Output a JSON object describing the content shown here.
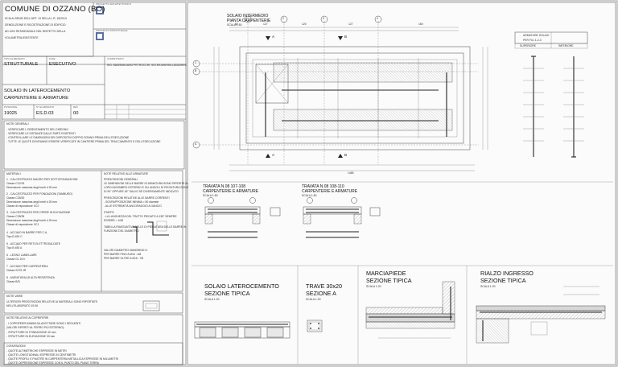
{
  "title_block": {
    "comune": "COMUNE DI OZZANO (BO)",
    "subject_lines": [
      "SCIA AI SENSI DELL'ART. 13 DELLA L.R. 15/2013",
      "DEMOLIZIONE E RICOSTRUZIONE DI EDIFICIO",
      "AD USO RESIDENZIALE NEL RISPETTO DELLA",
      "VOLUMETRIA ESISTENTE"
    ],
    "progetto_architettonico_label": "PROGETTO ARCHITETTONICO",
    "progetto_strutturale_label": "PROGETTO STRUTTURALE",
    "tipo_elaborato_label": "TIPO ELABORATO",
    "tipo_elaborato": "STRUTTURALE",
    "fase_label": "FASE",
    "fase": "ESECUTIVO",
    "committenti_label": "COMMITTENTI",
    "committenti": "SIG. MASSIMILIANO PETROCCHI, SIG.RA MARISA LANZARINI",
    "descrizione_lines": [
      "SOLAIO IN LATEROCEMENTO",
      "CARPENTERIE E ARMATURE"
    ],
    "pos_label": "POSIZIONE",
    "pos": "19025",
    "elab_label": "N° ELABORATO",
    "elab": "ES.D.03",
    "rev_label": "REV",
    "rev": "00"
  },
  "notes": {
    "generali_title": "NOTE GENERALI",
    "generali": [
      "- VERIFICARE L'ORIENTAMENTO DEL DISEGNO",
      "- VERIFICARE LE DISTANZE DALLE PARTI ESISTENTI",
      "- CONTROLLARE LE DIMENSIONI DEI DISPOSITIVI DOPPIO SONNO PRIMA DELL'ESECUZIONE",
      "- TUTTE LE QUOTE DOVRANNO ESSERE VERIFICATE IN CANTIERE PRIMA DEL TRACCIAMENTO E DELL'ESECUZIONE"
    ],
    "materiali_title": "MATERIALI",
    "materiali": [
      "1 - CALCESTRUZZO MAGRO PER SOTTOFONDAZIONE",
      "Classe C12/15",
      "Dimensione massima degli inerti d 30 mm",
      "2 - CALCESTRUZZO PER FONDAZIONI (TAMBURO)",
      "Classe C25/30",
      "Dimensione massima degli inerti d 25 mm",
      "Classe di esposizione XC2",
      "3 - CALCESTRUZZO PER OPERE IN ELEVAZIONE",
      "Classe C28/35",
      "Dimensione massima degli inerti d 25 mm",
      "Classe di esposizione XC1",
      "4 - ACCIAIO IN BARRE PER C.A.",
      "Tipo B 450 C",
      "5 - ACCIAIO PER RETI ELETTROSALDATE",
      "Tipo B 450 A",
      "6 - LEGNO LAMELLARE",
      "Classe GL 24 h",
      "7 - ACCIAIO PER CARPENTERIA",
      "Classe S275 JR",
      "8 - MURATURA AD ALTA RESISTENZA",
      "Classe B/D"
    ],
    "armature_title": "NOTE RELATIVE ALLE ARMATURE",
    "armature": [
      "PRESCRIZIONI GENERALI",
      "LE DIMENSIONI DELLE BARRE DI ARMATURA SONO RIFERITE AL",
      "LORO INGOMBRO ESTERNO E GLI ANGOLI DI PIEGATURA SONO",
      "DI 90° OPPURE 45° SALVO SE DIVERSAMENTE INDICATO",
      "PRESCRIZIONI RELATIVE ALLE BARRE CORRENTI",
      "- SOVRAPPOSIZIONE MINIMA = 50 diametri",
      "- ALLE ESTREMITÀ ANCORAGGIO A GANCIO",
      "STAFFE",
      "- LA LUNGHEZZA DEL TRATTO PIEGATO A 135° SEMPRE",
      "ESSERE = 10Ø",
      "TABELLA RIASSUNTIVA DELLE DI PIEGATURA DELLE BARRE IN",
      "FUNZIONE DEL DIAMETRO",
      "VALORI DIAMETRO MANDRINO D:",
      "PER BARRE FINO A Ø16 : 4Ø",
      "PER BARRE OLTRE A Ø16 : 7Ø"
    ],
    "varie_title": "NOTE VARIE",
    "varie": [
      "ULTERIORI PRESCRIZIONI RELATIVE AI MATERIALI SONO RIPORTATE",
      "NELL'ELABORATO 19.06"
    ],
    "copriferri_title": "NOTE RELATIVE AI COPRIFERRI",
    "copriferri": [
      "- I COPRIFERRI MINIMI DA ADOTTARE SONO I SEGUENTI",
      "  (VALORI RIFERITI AL FERRO PIÙ ESTERNO):",
      "  - STRUTTURE DI FONDAZIONE          40 mm",
      "  - STRUTTURE IN ELEVAZIONE          30 mm"
    ],
    "convenzioni_title": "CONVENZIONI",
    "convenzioni": [
      "- QUOTE ALTIMETRICHE ESPRESSE IN METRI",
      "- QUOTE LONGITUDINALI ESPRESSE IN CENTIMETRI",
      "- QUOTE PROFILI E PIASTRE IN CARPENTERIA METALLICA ESPRESSE IN MILLIMETRI",
      "- QUOTE DEPRESSIONE ESPRESSE CON IL PUNTO DEL PIANO TERRA"
    ]
  },
  "plan": {
    "title": "SOLAIO INTERMEDIO",
    "subtitle": "PIANTA CARPENTERIE",
    "scale": "SCALA 1:50",
    "axes_num": [
      "1",
      "2",
      "3",
      "4"
    ],
    "axes_letter": [
      "C",
      "B",
      "A"
    ],
    "section_a": "A",
    "section_b": "B",
    "dims_top": [
      "52",
      "127",
      "120",
      "127",
      "160"
    ],
    "dim_total": "1465",
    "armatura_label": "ARMATURE SOLAIO",
    "armatura_sub": "PER FILI 1-2-3",
    "superiore": "SUPERIORE",
    "inferiore": "INFERIORE"
  },
  "details": {
    "trave1_title": "TRAVATA N.08 107-108",
    "trave1_sub": "CARPENTERIE E ARMATURE",
    "trave1_scale": "SCALA 1:50",
    "trave2_title": "TRAVATA N.08 108-110",
    "trave2_sub": "CARPENTERIE E ARMATURE",
    "trave2_scale": "SCALA 1:50",
    "solaio_title": "SOLAIO LATEROCEMENTO",
    "solaio_sub": "SEZIONE TIPICA",
    "solaio_scale": "SCALA 1:20",
    "trave30_title": "TRAVE 30x20",
    "trave30_sub": "SEZIONE A",
    "trave30_scale": "SCALA 1:20",
    "marciapiede_title": "MARCIAPIEDE",
    "marciapiede_sub": "SEZIONE TIPICA",
    "marciapiede_scale": "SCALA 1:20",
    "rialzo_title": "RIALZO INGRESSO",
    "rialzo_sub": "SEZIONE TIPICA",
    "rialzo_scale": "SCALA 1:20"
  }
}
